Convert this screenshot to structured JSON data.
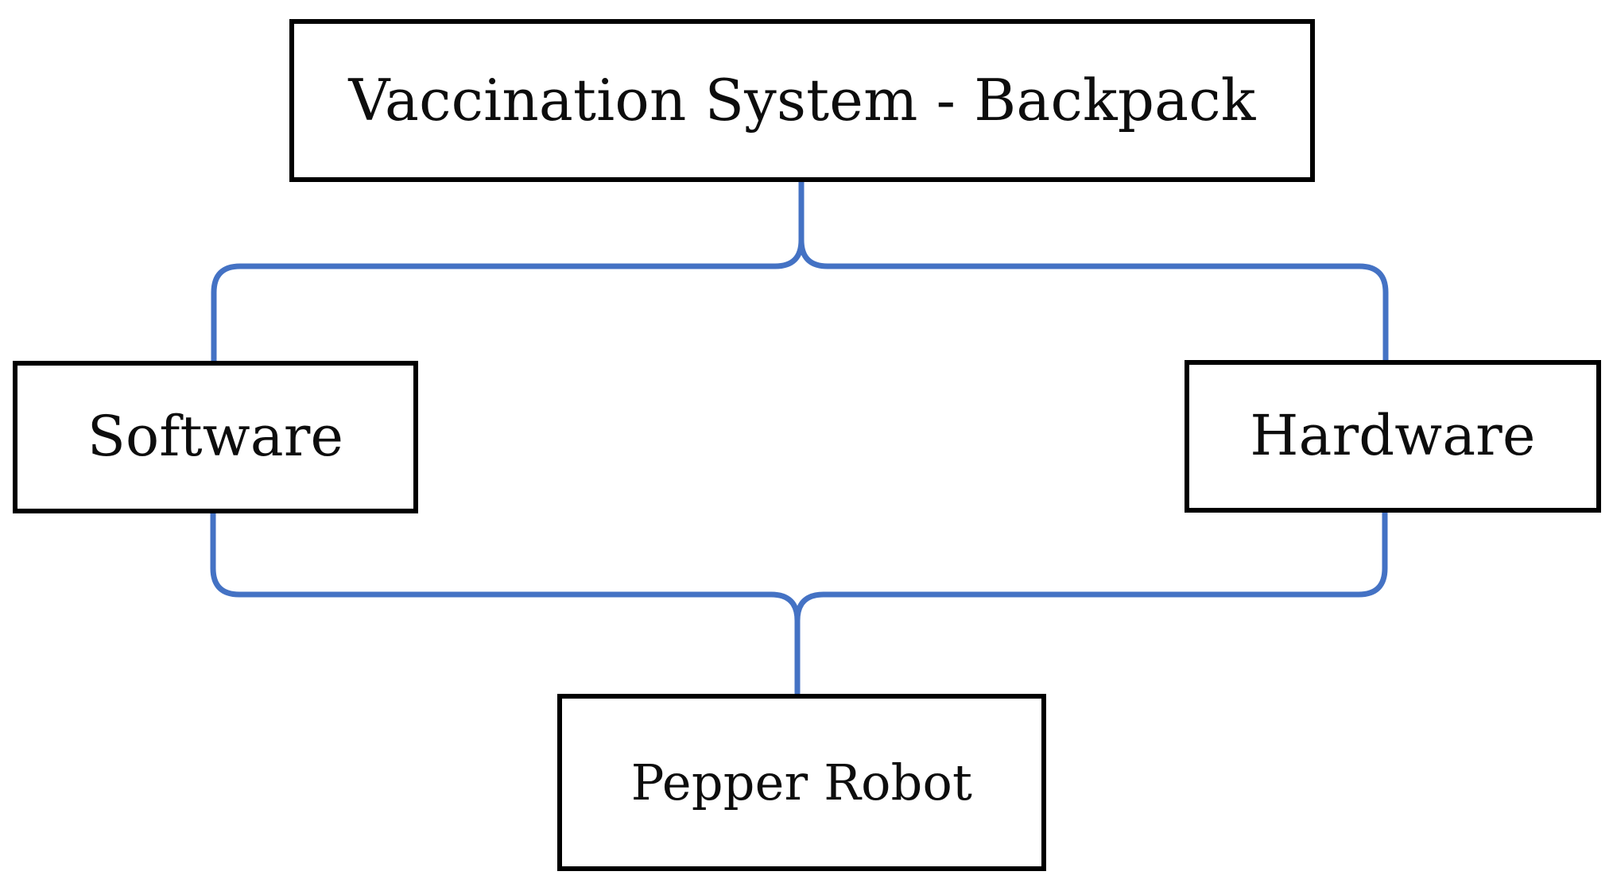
{
  "diagram": {
    "type": "block-hierarchy",
    "title_node": "root",
    "background_color": "#FFFFFF",
    "box_border_color": "#000000",
    "connector_color": "#4472C4",
    "text_color": "#0D0D0D",
    "nodes": [
      {
        "id": "root",
        "label": "Vaccination System - Backpack",
        "level": 0
      },
      {
        "id": "software",
        "label": "Software",
        "level": 1
      },
      {
        "id": "hardware",
        "label": "Hardware",
        "level": 1
      },
      {
        "id": "pepper",
        "label": "Pepper Robot",
        "level": 2
      }
    ],
    "connectors": [
      {
        "id": "brace-top",
        "from": "root",
        "to": [
          "software",
          "hardware"
        ],
        "style": "curly-brace-down"
      },
      {
        "id": "brace-bottom",
        "from": [
          "software",
          "hardware"
        ],
        "to": "pepper",
        "style": "curly-brace-down"
      }
    ]
  }
}
